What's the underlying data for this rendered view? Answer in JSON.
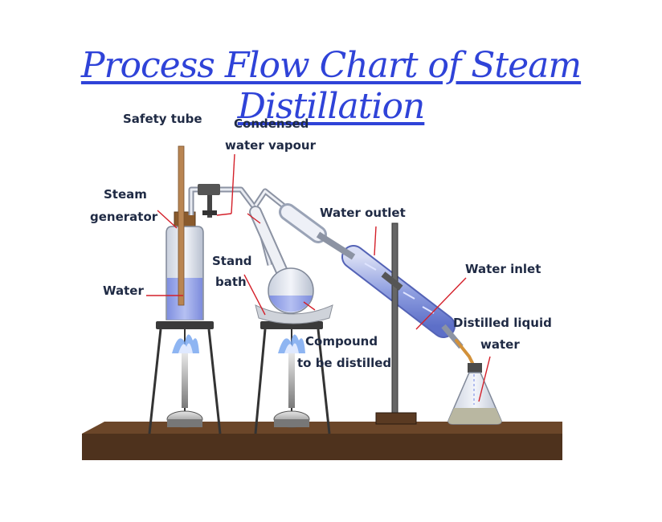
{
  "title": "Process Flow Chart of Steam Distillation",
  "labels": {
    "safety_tube": "Safety tube",
    "condensed_1": "Condensed",
    "condensed_2": "water vapour",
    "steam_1": "Steam",
    "steam_2": "generator",
    "water": "Water",
    "stand_1": "Stand",
    "stand_2": "bath",
    "water_outlet": "Water outlet",
    "water_inlet": "Water inlet",
    "distilled_1": "Distilled liquid",
    "distilled_2": "water",
    "compound_1": "Compound",
    "compound_2": "to be distilled"
  },
  "colors": {
    "title": "#2f43d8",
    "pointer": "#d4202a",
    "water": "#9aa9ea",
    "table": "#5a3a22"
  }
}
